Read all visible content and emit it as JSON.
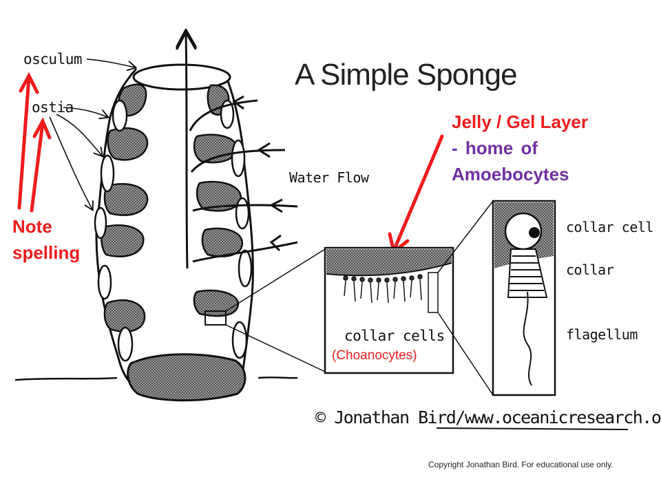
{
  "title": "A Simple Sponge",
  "labels": {
    "osculum": "osculum",
    "ostia": "ostia",
    "water_flow": "Water Flow",
    "collar_cells": "collar cells",
    "collar_cell": "collar cell",
    "collar": "collar",
    "flagellum": "flagellum"
  },
  "annotations": {
    "jelly_line1": "Jelly / Gel Layer",
    "jelly_line2": "- home of",
    "jelly_line3": "Amoebocytes",
    "note_line1": "Note",
    "note_line2": "spelling",
    "choanocytes": "(Choanocytes)"
  },
  "credit": "© Jonathan Bird/www.oceanicresearch.org",
  "copyright": "Copyright Jonathan Bird. For educational use only.",
  "colors": {
    "annotation_red": "#ee1c1c",
    "annotation_purple": "#7030a0",
    "ink": "#111111",
    "cell_fill": "#8a8a8a"
  }
}
